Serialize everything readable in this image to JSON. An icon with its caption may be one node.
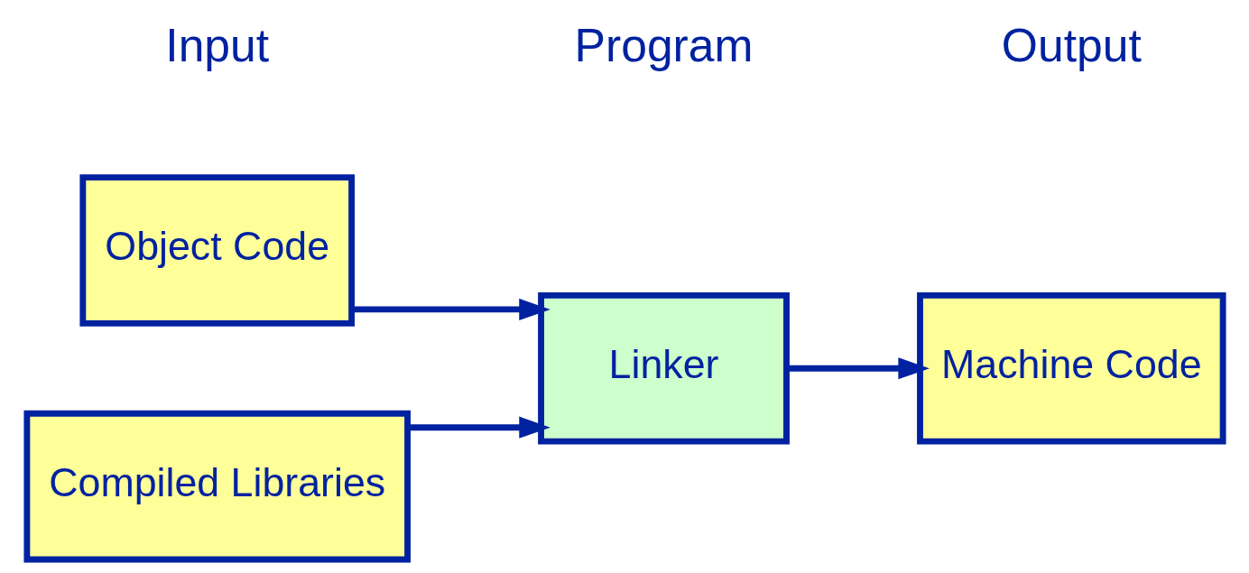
{
  "diagram": {
    "nodes": [
      {
        "text": [
          "Object Code"
        ]
      },
      {
        "text": [
          "Compiled Libraries"
        ]
      },
      {
        "text": [
          "Linker"
        ]
      },
      {
        "text": [
          "Machine Code"
        ]
      }
    ],
    "edges": [
      {
        "from": 0,
        "to": 2,
        "arrow": "to"
      },
      {
        "from": 1,
        "to": 2,
        "arrow": "to"
      },
      {
        "from": 2,
        "to": 3,
        "arrow": "to"
      }
    ],
    "labels": [
      "Input",
      "Program",
      "Output"
    ]
  }
}
